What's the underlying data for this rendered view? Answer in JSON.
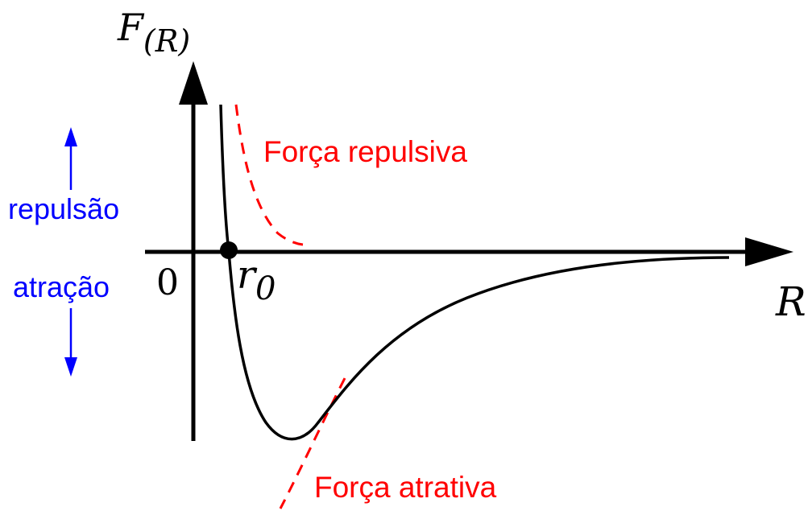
{
  "axes": {
    "y_label": "F(R)",
    "y_label_main": "F",
    "y_label_sub": "(R)",
    "x_label": "R",
    "origin_label": "0",
    "equilibrium_label": "r0",
    "equilibrium_main": "r",
    "equilibrium_sub": "0"
  },
  "annotations": {
    "repulsive_force": "Força repulsiva",
    "attractive_force": "Força atrativa",
    "repulsion": "repulsão",
    "attraction": "atração"
  },
  "colors": {
    "curve": "#000000",
    "dashed": "#ff0000",
    "force_text": "#ff0000",
    "direction_text": "#0000ff"
  }
}
